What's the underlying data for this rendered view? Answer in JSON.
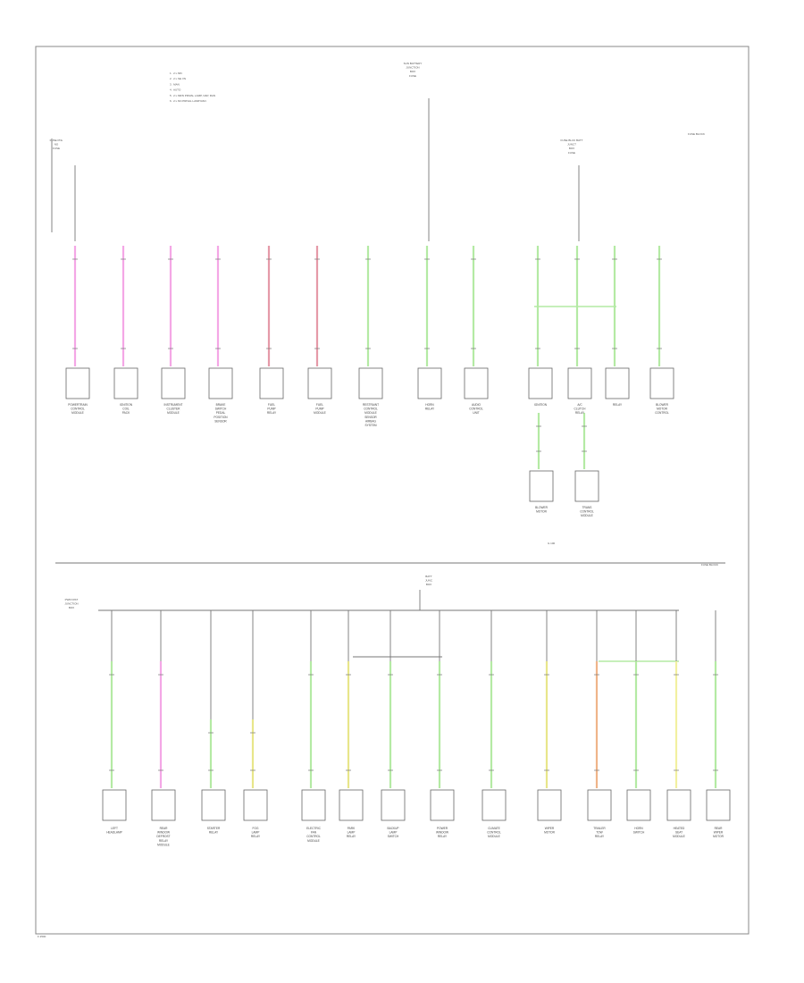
{
  "colors": {
    "pink": "#f4a7e6",
    "red": "#e59aa8",
    "green": "#b4eaa4",
    "yellow": "#e8e68a",
    "orange": "#efb489",
    "lightyellow": "#f2f0a0",
    "frame": "#888888",
    "line": "#777777"
  },
  "diagram": {
    "legend_lines": [
      "1 . 2 L MN",
      "2 . 2 L SE VN",
      "3 . MAN",
      "4 . AUTO",
      "5 . 2 L MRN PRIVAL LAMP, NAP, RAN",
      "6 . 2 L NN PRIVAL LAMP RAN"
    ],
    "top_sources": {
      "left": [
        "FUSE PNL",
        "NO",
        "FUSE"
      ],
      "center": [
        "SUN BATTERY",
        "JUNCTION",
        "BOX",
        "FUSE"
      ],
      "right": [
        "FUSE BLCK BATT",
        "JUNCT",
        "BOX",
        "FUSE"
      ],
      "corner": "FUSE BLOCK"
    },
    "bottom_sources": {
      "center": [
        "BATT",
        "JUNC",
        "BOX"
      ],
      "left": [
        "PWR DIST",
        "JUNCTION",
        "BOX"
      ],
      "corner": "FUSE BLOCK"
    },
    "top_components": [
      {
        "id": "t1",
        "color": "pink",
        "label": [
          "POWERTRAIN",
          "CONTROL",
          "MODULE"
        ]
      },
      {
        "id": "t2",
        "color": "pink",
        "label": [
          "IGNITION",
          "COIL",
          "PACK"
        ]
      },
      {
        "id": "t3",
        "color": "pink",
        "label": [
          "INSTRUMENT",
          "CLUSTER",
          "MODULE"
        ]
      },
      {
        "id": "t4",
        "color": "pink",
        "label": [
          "BRAKE",
          "SWITCH",
          "PEDAL",
          "POSITION",
          "SENSOR"
        ]
      },
      {
        "id": "t5",
        "color": "red",
        "label": [
          "FUEL",
          "PUMP",
          "RELAY"
        ]
      },
      {
        "id": "t6",
        "color": "red",
        "label": [
          "FUEL",
          "PUMP",
          "MODULE"
        ]
      },
      {
        "id": "t7",
        "color": "green",
        "label": [
          "RESTRAINT",
          "CONTROL",
          "MODULE",
          "SENSOR",
          "AIRBAG",
          "SYSTEM"
        ]
      },
      {
        "id": "t8",
        "color": "green",
        "label": [
          "HORN",
          "RELAY"
        ]
      },
      {
        "id": "t9",
        "color": "green",
        "label": [
          "AUDIO",
          "CONTROL",
          "UNIT"
        ]
      },
      {
        "id": "t10",
        "color": "green",
        "label": [
          "IGNITION"
        ]
      },
      {
        "id": "t11",
        "color": "green",
        "label": [
          "A/C",
          "CLUTCH",
          "RELAY"
        ]
      },
      {
        "id": "t12",
        "color": "green",
        "label": [
          "RELAY"
        ]
      },
      {
        "id": "t13",
        "color": "green",
        "label": [
          "BLOWER",
          "MOTOR",
          "CONTROL"
        ]
      },
      {
        "id": "t14",
        "color": "green",
        "label": [
          "TRANS",
          "CONTROL",
          "MODULE"
        ]
      },
      {
        "id": "t15",
        "color": "green",
        "label": [
          "BLOWER",
          "MOTOR"
        ]
      }
    ],
    "top_footer": "G 100",
    "bottom_components": [
      {
        "id": "b1",
        "color": "green",
        "label": [
          "LEFT",
          "HEADLAMP"
        ]
      },
      {
        "id": "b2",
        "color": "pink",
        "label": [
          "REAR",
          "WINDOW",
          "DEFROST",
          "RELAY",
          "MODULE"
        ]
      },
      {
        "id": "b3",
        "color": "green",
        "label": [
          "STARTER",
          "RELAY"
        ]
      },
      {
        "id": "b4",
        "color": "yellow",
        "label": [
          "FOG",
          "LAMP",
          "RELAY"
        ]
      },
      {
        "id": "b5",
        "color": "green",
        "label": [
          "ELECTRIC",
          "FAN",
          "CONTROL",
          "MODULE"
        ]
      },
      {
        "id": "b6",
        "color": "yellow",
        "label": [
          "PARK",
          "LAMP",
          "RELAY"
        ]
      },
      {
        "id": "b7",
        "color": "green",
        "label": [
          "BACKUP",
          "LAMP",
          "SWITCH"
        ]
      },
      {
        "id": "b8",
        "color": "green",
        "label": [
          "POWER",
          "WINDOW",
          "RELAY"
        ]
      },
      {
        "id": "b9",
        "color": "green",
        "label": [
          "CLIMATE",
          "CONTROL",
          "MODULE"
        ]
      },
      {
        "id": "b10",
        "color": "yellow",
        "label": [
          "WIPER",
          "MOTOR"
        ]
      },
      {
        "id": "b11",
        "color": "orange",
        "label": [
          "TRAILER",
          "TOW",
          "RELAY"
        ]
      },
      {
        "id": "b12",
        "color": "green",
        "label": [
          "HORN",
          "SWITCH"
        ]
      },
      {
        "id": "b13",
        "color": "lightyellow",
        "label": [
          "HEATED",
          "SEAT",
          "MODULE"
        ]
      },
      {
        "id": "b14",
        "color": "green",
        "label": [
          "REAR",
          "WIPER",
          "MOTOR"
        ]
      }
    ],
    "page_footer": "F 2500"
  }
}
